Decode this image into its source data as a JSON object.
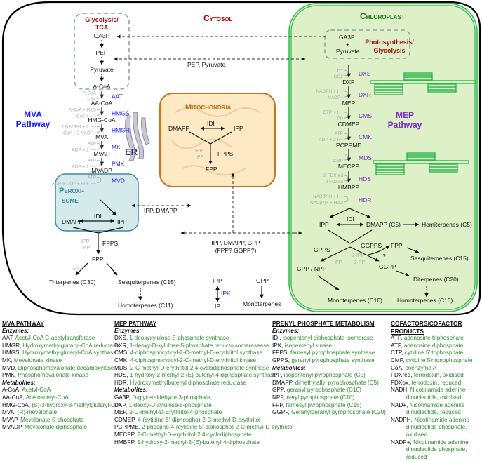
{
  "compartments": {
    "cytosol": "Cytosol",
    "chloroplast": "Chloroplast",
    "mitochondria": "Mitochondria",
    "peroxisome": "Peroxi-some",
    "er": "ER",
    "glycolysis_tca": "Glycolysis/ TCA",
    "photosynthesis": "Photosynthesis/ Glycolysis"
  },
  "pathways": {
    "mva": "MVA Pathway",
    "mep": "MEP Pathway"
  },
  "mva_steps": [
    {
      "metabolite": "GA3P"
    },
    {
      "metabolite": "PEP"
    },
    {
      "metabolite": "Pyruvate"
    },
    {
      "metabolite": "A-CoA",
      "enzyme": "AAT",
      "cof_in": "A-CoA",
      "cof_out": "CoA"
    },
    {
      "metabolite": "AA-CoA",
      "enzyme": "HMGS",
      "cof_in": "A-CoA + H2O",
      "cof_out": "CoA + H+"
    },
    {
      "metabolite": "HMG-CoA",
      "enzyme": "HMGR",
      "cof_in": "2 NADPH + 2 H+",
      "cof_out": "CoA + 2 NADP+"
    },
    {
      "metabolite": "MVA",
      "enzyme": "MK",
      "cof_in": "ATP",
      "cof_out": "ADP + 2 H+"
    },
    {
      "metabolite": "MVAP",
      "enzyme": "PMK",
      "cof_in": "ATP",
      "cof_out": "ADP + 2 H+"
    },
    {
      "metabolite": "MVADP",
      "enzyme": "MVD",
      "cof_in": "ATP",
      "cof_out": "ADP + CO2 + Pi + H+"
    }
  ],
  "mva_lower": {
    "dmapp": "DMAPP",
    "ipp": "IPP",
    "idi": "IDI",
    "fpps": "FPPS",
    "ipp_in": "IPP",
    "pp_out": "PP",
    "fpp": "FPP",
    "two_x": "2 x",
    "triterpenes": "Triterpenes (C30)",
    "sesquiterpenes": "Sesquiterpenes (C15)",
    "homoterpenes": "Homoterpenes (C11)"
  },
  "mito": {
    "dmapp": "DMAPP",
    "ipp": "IPP",
    "idi": "IDI",
    "fpps": "FPPS",
    "ipp_in": "IPP",
    "pp_out": "PP",
    "fpp": "FPP"
  },
  "cytosol_misc": {
    "ipp": "IPP",
    "ipk": "IPK",
    "ip": "IP",
    "gpp": "GPP",
    "monoterpenes": "Monoterpenes"
  },
  "transport": {
    "pep_pyruvate": "PEP, Pyruvate",
    "ipp_dmapp": "IPP, DMAPP",
    "ipp_dmapp_gpp": "IPP, DMAPP, GPP",
    "fpp_ggpp": "(FPP? GGPP?)"
  },
  "mep_steps": [
    {
      "metabolite": "GA3P + Pyruvate",
      "enzyme": "DXS",
      "cof_in": "H+",
      "cof_out": "CO2"
    },
    {
      "metabolite": "DXP",
      "enzyme": "DXR",
      "cof_in": "NADPH + H+",
      "cof_out": "NADP+"
    },
    {
      "metabolite": "MEP",
      "enzyme": "CMS",
      "cof_in": "CTP + H+",
      "cof_out": "PP"
    },
    {
      "metabolite": "CDMEP",
      "enzyme": "CMK",
      "cof_in": "ATP",
      "cof_out": "ADP + 2 H+"
    },
    {
      "metabolite": "PCPPME",
      "enzyme": "MDS",
      "cof_in": "",
      "cof_out": "CMP"
    },
    {
      "metabolite": "MECPP",
      "enzyme": "HDS",
      "cof_in": "2 FDXred",
      "cof_out": "2 FDXox"
    },
    {
      "metabolite": "HMBPP",
      "enzyme": "HDR",
      "cof_in": "NAD(P)H + H+",
      "cof_out": "NAD(P)+ + H2O"
    }
  ],
  "mep_lower": {
    "ga3p": "GA3P",
    "plus": "+",
    "pyruvate": "Pyruvate",
    "ipp": "IPP",
    "dmapp": "DMAPP (C5)",
    "idi": "IDI",
    "hemiterpenes": "Hemiterpenes (C5)",
    "gpps": "GPPS",
    "ggpps": "GGPPS",
    "pp_out": "PP",
    "two_ipp": "2 IPP",
    "two_pp": "2 PP",
    "question": "?",
    "fpp": "FPP",
    "sesquiterpenes": "Sesquiterpenes (C15)",
    "gpp_npp": "GPP / NPP",
    "ggpp": "GGPP",
    "diterpenes": "Diterpenes (C20)",
    "monoterpenes": "Monoterpenes (C10)",
    "homoterpenes": "Homoterpenes (C16)"
  },
  "colors": {
    "enzyme_mva": "#1a1aff",
    "enzyme_mep": "#7a2fc8",
    "cytosol_title": "#c00000",
    "chloroplast_title": "#1a7a1a",
    "mito_title": "#c06a10",
    "perox_title": "#2f8a96",
    "sub_title": "#a01010",
    "definition": "#2f8a2f",
    "cofactor": "#a8a8a8"
  },
  "legend": {
    "mva": {
      "title": "MVA PATHWAY",
      "enzymes_label": "Enzymes:",
      "enzymes": [
        {
          "abbr": "AAT",
          "name": "Acetyl-CoA C-acetyltransferase"
        },
        {
          "abbr": "HMGR",
          "name": "Hydroxymethylglutaryl-CoA reductase"
        },
        {
          "abbr": "HMGS",
          "name": "Hydroxymethylglutaryl-CoA synthase"
        },
        {
          "abbr": "MK",
          "name": "Mevalonate kinase"
        },
        {
          "abbr": "MVD",
          "name": "Diphosphomevalonate decarboxylase"
        },
        {
          "abbr": "PMK",
          "name": "Phosphomevalonate kinase"
        }
      ],
      "metabolites_label": "Metabolites:",
      "metabolites": [
        {
          "abbr": "A-CoA",
          "name": "Acetyl-CoA"
        },
        {
          "abbr": "AA-CoA",
          "name": "Acetoacetyl-CoA"
        },
        {
          "abbr": "HMG-CoA",
          "name": "(S)-3-hydroxy-3-methylglutaryl-CoA"
        },
        {
          "abbr": "MVA",
          "name": "(R)-mevalonate"
        },
        {
          "abbr": "MVAP",
          "name": "Mevalonate-5-phosphate"
        },
        {
          "abbr": "MVADP",
          "name": "Mevalonate diphosphate"
        }
      ]
    },
    "mep": {
      "title": "MEP PATHWAY",
      "enzymes_label": "Enzymes:",
      "enzymes": [
        {
          "abbr": "DXS",
          "name": "1-deoxyxylulose-5-phosphate synthase"
        },
        {
          "abbr": "DXR",
          "name": "1-deoxy-D-xylulose-5-phosphate reductoisomerasease"
        },
        {
          "abbr": "CMS",
          "name": "4-diphosphocytidyl-2-C-methyl-D-erythritol synthase"
        },
        {
          "abbr": "CMK",
          "name": "4-diphosphocytidyl-2-C-methyl-D-erythritol kinase"
        },
        {
          "abbr": "MDS",
          "name": "2-C-methyl-D-erythritol 2,4-cyclodiphosphate synthase"
        },
        {
          "abbr": "HDS",
          "name": "1-hydroxy-2-methyl-2-(E)-butenyl 4-diphosphate synthase"
        },
        {
          "abbr": "HDR",
          "name": "Hydroxymethylbutenyl diphosphate reductase"
        }
      ],
      "metabolites_label": "Metabolites:",
      "metabolites": [
        {
          "abbr": "GA3P",
          "name": "D-glyceraldehyde 3-phosphate,"
        },
        {
          "abbr": "DXP",
          "name": "1-deoxy-D-xylulose-5-phosphate"
        },
        {
          "abbr": "MEP",
          "name": "2-C-methyl-D-Erythritol-4-phosphate"
        },
        {
          "abbr": "CDMEP",
          "name": "4-(cytidine 5'-diphospho)-2-C-methyl-D-erythritol"
        },
        {
          "abbr": "PCPPME",
          "name": "2-phospho-4-(cytidine 5'-diphospho)-2-C-methyl-D-erythritol"
        },
        {
          "abbr": "MECPP",
          "name": "2-C-methyl-D-erythritol-2,4-cyclodiphosphate"
        },
        {
          "abbr": "HMBPP",
          "name": "1-hydroxy-2-methyl-2-(E)-butenyl 4-diphosphate"
        }
      ]
    },
    "prenyl": {
      "title": "PRENYL PHOSPHATE METABOLISM",
      "enzymes_label": "Enzymes:",
      "enzymes": [
        {
          "abbr": "IDI",
          "name": "isopentenyl diphosphate isomerase"
        },
        {
          "abbr": "IPK",
          "name": "isopentenyl kinase"
        },
        {
          "abbr": "FPPS",
          "name": "farnesyl pyrophosphate synthase"
        },
        {
          "abbr": "GPPS",
          "name": "geranyl pyrophosphate synthase"
        }
      ],
      "metabolites_label": "Metabolites:",
      "metabolites": [
        {
          "abbr": "IPP",
          "name": "isopentenyl pyrophosphate (C5)"
        },
        {
          "abbr": "DMAPP",
          "name": "dimethylallyl pyrophosphate (C5)"
        },
        {
          "abbr": "GPP",
          "name": "geranyl pyrophosphate (C10)"
        },
        {
          "abbr": "NPP",
          "name": "neryl pyrophosphate (C10)"
        },
        {
          "abbr": "FPP",
          "name": "farnesyl pyrophosphate (C15)"
        },
        {
          "abbr": "GGPP",
          "name": "Geranylgeranyl pyrophosphate (C20)"
        }
      ]
    },
    "cofactors": {
      "title": "COFACTORS/COFACTOR PRODUCTS",
      "items": [
        {
          "abbr": "ATP",
          "name": "adenosine triphosphate"
        },
        {
          "abbr": "ATP",
          "name": "adenosine diphosphate"
        },
        {
          "abbr": "CTP",
          "name": "cytidine 5' triphosphate"
        },
        {
          "abbr": "CMP",
          "name": "cytidine 5'monophosphate"
        },
        {
          "abbr": "CoA",
          "name": "coenzyme A"
        },
        {
          "abbr": "FDXred",
          "name": "ferrodoxin, oxidised"
        },
        {
          "abbr": "FDXox",
          "name": "ferrodoxin, reduced"
        },
        {
          "abbr": "NADH",
          "name": "Nicotinamide adenine dinucleotide, oxidised"
        },
        {
          "abbr": "NAD+",
          "name": "Nicotinamide adenine dinucleotide, reduced"
        },
        {
          "abbr": "NADPH",
          "name": "Nicotinamide adenine dinucleotide phosphate, oxidised"
        },
        {
          "abbr": "NADP+",
          "name": "Nicotinamide adenine dinucleotide phosphate, reduced"
        }
      ]
    }
  }
}
